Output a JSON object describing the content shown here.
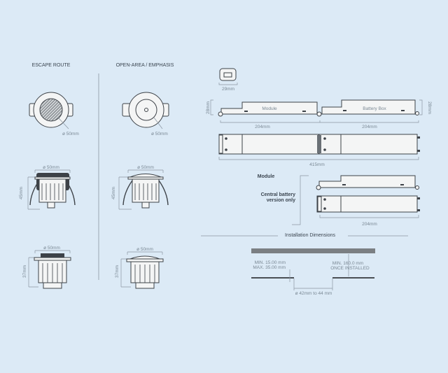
{
  "left": {
    "escape_route": {
      "title": "ESCAPE ROUTE",
      "top_diameter": "ø 50mm",
      "side_diameter": "ø 50mm",
      "side_height": "45mm",
      "bottom_diameter": "ø 50mm",
      "bottom_height": "37mm"
    },
    "open_area": {
      "title": "OPEN-AREA / EMPHASIS",
      "top_diameter": "ø 50mm",
      "side_diameter": "ø 50mm",
      "side_height": "45mm",
      "bottom_diameter": "ø 50mm",
      "bottom_height": "37mm"
    }
  },
  "right": {
    "end_width": "29mm",
    "height": "28mm",
    "height_right": "28mm",
    "module_label": "Module",
    "battery_label": "Battery Box",
    "module_length": "204mm",
    "battery_length": "204mm",
    "total_length": "415mm",
    "module_title": "Module",
    "central_battery_line1": "Central battery",
    "central_battery_line2": "version only",
    "central_length": "204mm"
  },
  "installation": {
    "title": "Installation Dimensions",
    "min_thickness": "MIN. 15.00 mm",
    "max_thickness": "MAX. 35.00 mm",
    "min_clearance": "MIN. 160.0 mm",
    "once_installed": "ONCE INSTALLED",
    "cutout": "ø 42mm to 44 mm"
  }
}
